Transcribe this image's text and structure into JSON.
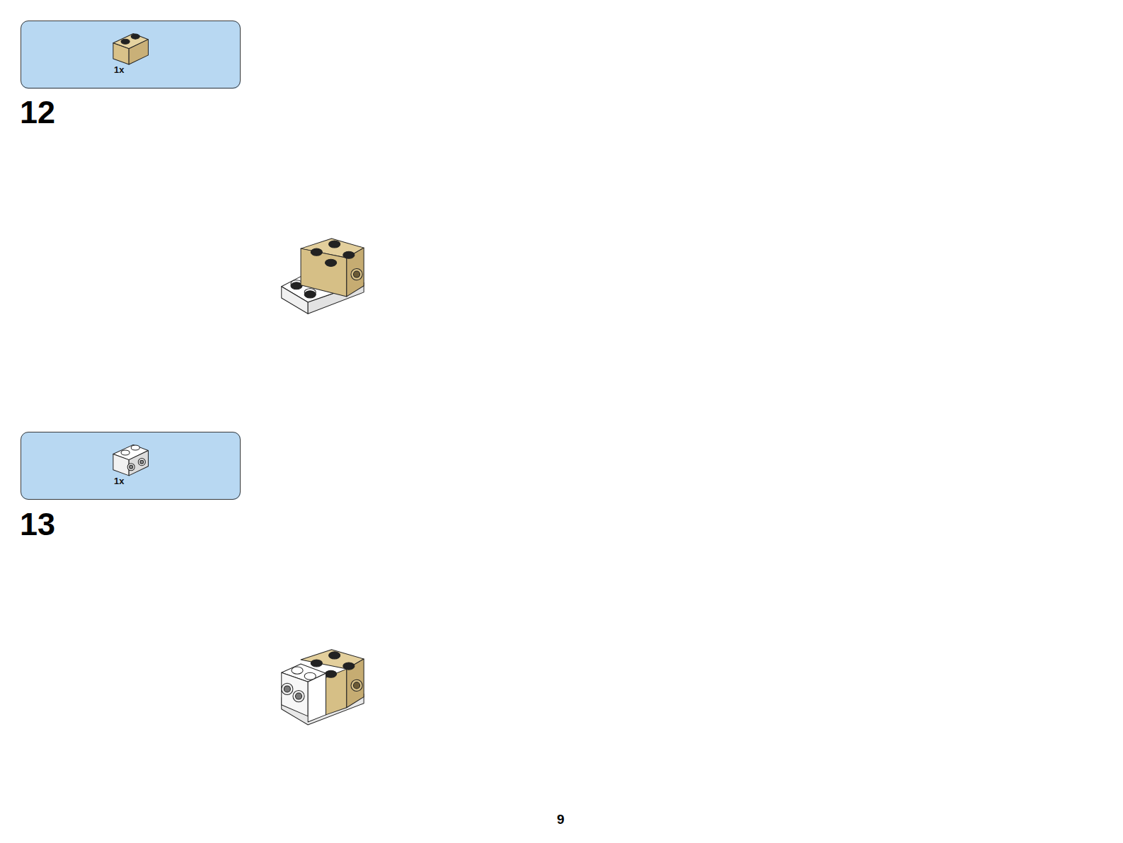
{
  "diagram": {
    "nodes": [
      {
        "text": [
          "1x"
        ]
      },
      {
        "text": [
          "1x"
        ]
      }
    ],
    "labels": [
      "12",
      "13",
      "9"
    ]
  }
}
